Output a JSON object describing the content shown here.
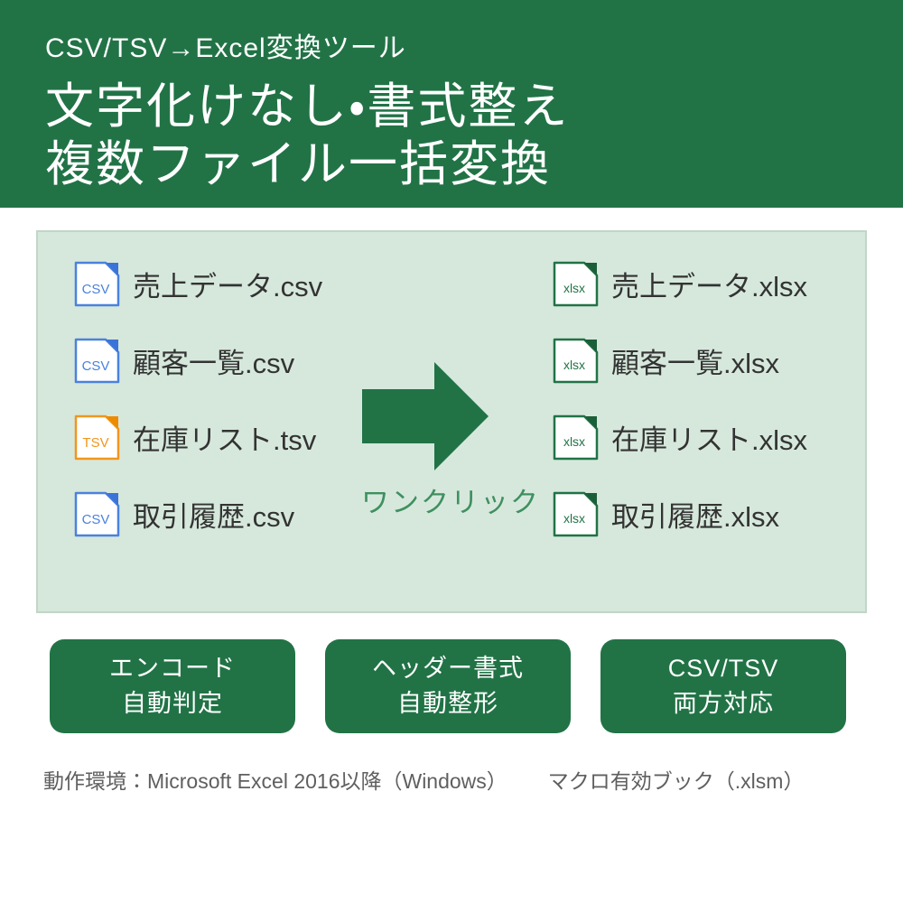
{
  "header": {
    "subtitle": "CSV/TSV→Excel変換ツール",
    "title_line1": "文字化けなし・書式整え",
    "title_line2": "複数ファイル一括変換"
  },
  "conversion": {
    "source_files": [
      {
        "type": "CSV",
        "name": "売上データ.csv",
        "icon_color": "blue"
      },
      {
        "type": "CSV",
        "name": "顧客一覧.csv",
        "icon_color": "blue"
      },
      {
        "type": "TSV",
        "name": "在庫リスト.tsv",
        "icon_color": "orange"
      },
      {
        "type": "CSV",
        "name": "取引履歴.csv",
        "icon_color": "blue"
      }
    ],
    "arrow_label": "ワンクリック",
    "output_files": [
      {
        "type": "xlsx",
        "name": "売上データ.xlsx",
        "icon_color": "green"
      },
      {
        "type": "xlsx",
        "name": "顧客一覧.xlsx",
        "icon_color": "green"
      },
      {
        "type": "xlsx",
        "name": "在庫リスト.xlsx",
        "icon_color": "green"
      },
      {
        "type": "xlsx",
        "name": "取引履歴.xlsx",
        "icon_color": "green"
      }
    ]
  },
  "features": [
    {
      "line1": "エンコード",
      "line2": "自動判定"
    },
    {
      "line1": "ヘッダー書式",
      "line2": "自動整形"
    },
    {
      "line1": "CSV/TSV",
      "line2": "両方対応"
    }
  ],
  "footer": {
    "requirements": "動作環境：Microsoft Excel 2016以降（Windows）",
    "format_note": "マクロ有効ブック（.xlsm）"
  },
  "colors": {
    "brand_green": "#217346",
    "panel_background": "#d6e8dc",
    "csv_blue": "#4a82dd",
    "tsv_orange": "#f0961e",
    "xlsx_green": "#217346",
    "one_click_green": "#3f9060",
    "filename_text": "#333333",
    "footer_text": "#5f5f5f"
  }
}
